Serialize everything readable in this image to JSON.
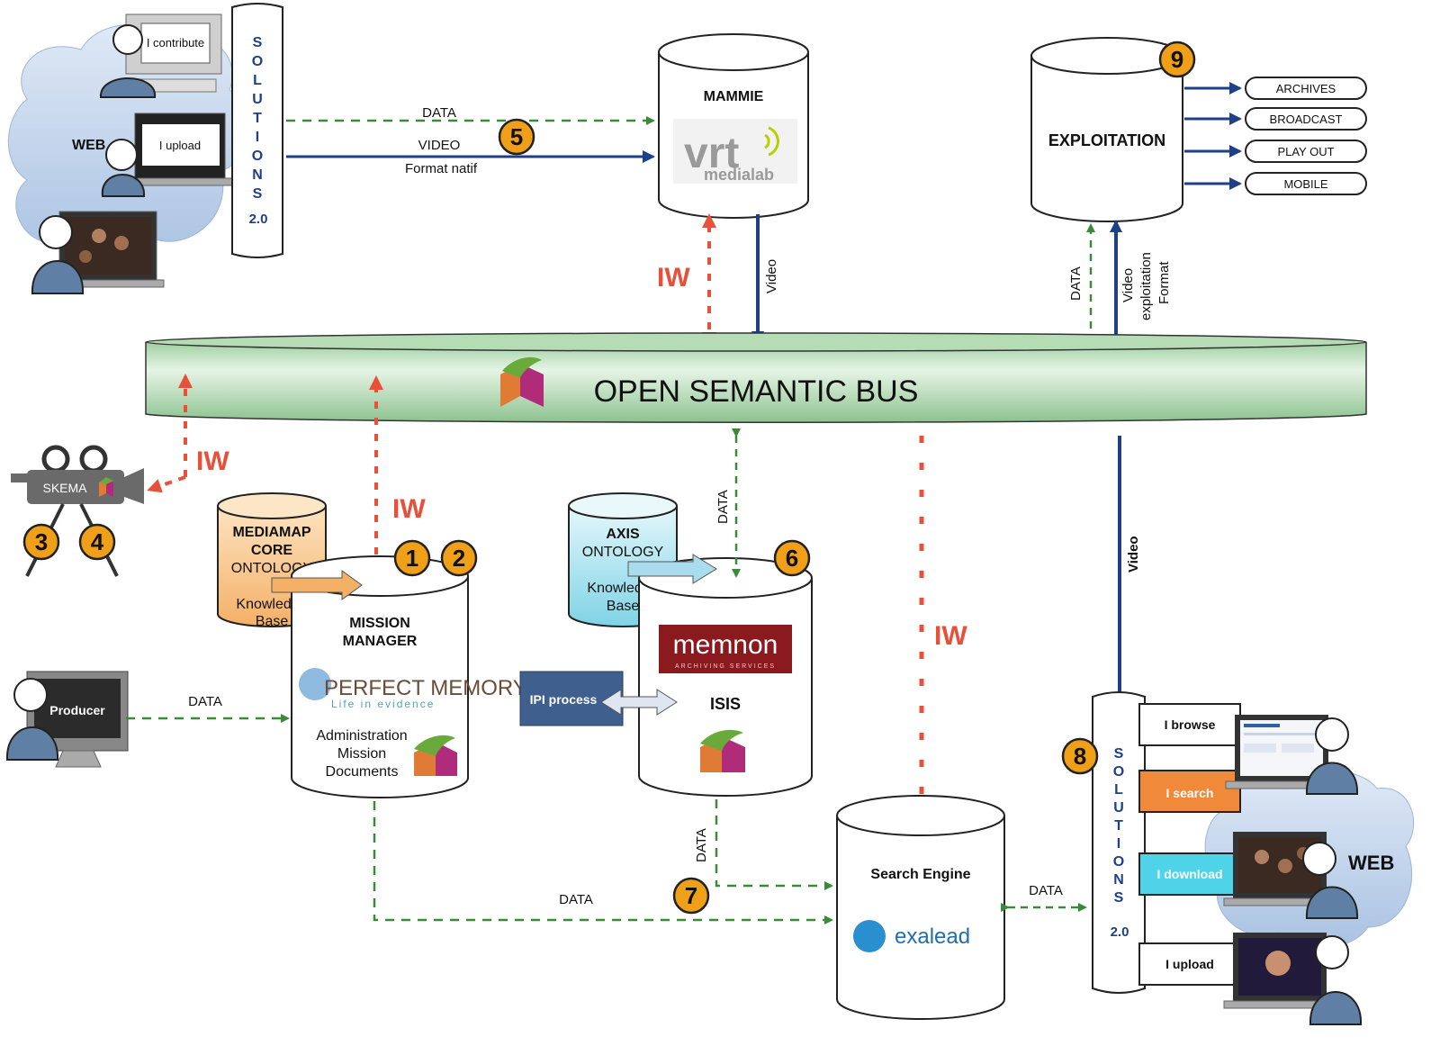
{
  "bus": {
    "title": "OPEN SEMANTIC BUS"
  },
  "top_solutions": {
    "vertical_text": "SOLUTIONS",
    "version": "2.0",
    "web_label": "WEB",
    "actions": [
      "I contribute",
      "I upload"
    ]
  },
  "mammie": {
    "title": "MAMMIE",
    "logo_main": "vrt",
    "logo_sub": "medialab"
  },
  "exploitation": {
    "title": "EXPLOITATION",
    "outputs": [
      "ARCHIVES",
      "BROADCAST",
      "PLAY OUT",
      "MOBILE"
    ]
  },
  "flows": {
    "data": "DATA",
    "video_upper": "VIDEO",
    "video": "Video",
    "format_natif": "Format  natif",
    "iw": "IW",
    "video_exploitation": [
      "Video",
      "exploitation",
      "Format"
    ]
  },
  "skema": {
    "label": "SKEMA"
  },
  "mediamap": {
    "lines": [
      "MEDIAMAP",
      "CORE",
      "ONTOLOGY"
    ],
    "kb": [
      "Knowledge",
      "Base"
    ]
  },
  "mission_manager": {
    "title_lines": [
      "MISSION",
      "MANAGER"
    ],
    "logo_main": "PERFECT MEMORY",
    "logo_sub": "Life in evidence",
    "content_lines": [
      "Administration",
      "Mission",
      "Documents"
    ]
  },
  "axis": {
    "lines": [
      "AXIS",
      "ONTOLOGY"
    ],
    "kb": [
      "Knowledge",
      "Base"
    ]
  },
  "isis": {
    "title": "ISIS",
    "logo_main": "memnon",
    "logo_sub": "ARCHIVING SERVICES",
    "ipi": "IPI process"
  },
  "producer": {
    "label": "Producer"
  },
  "search_engine": {
    "title": "Search Engine",
    "logo": "exalead"
  },
  "bottom_solutions": {
    "vertical_text": "SOLUTIONS",
    "version": "2.0",
    "web_label": "WEB",
    "actions": [
      "I browse",
      "I search",
      "I download",
      "I upload"
    ]
  },
  "badges": [
    "1",
    "2",
    "3",
    "4",
    "5",
    "6",
    "7",
    "8",
    "9"
  ],
  "colors": {
    "green_dash": "#3a8a3a",
    "navy": "#1f3f86",
    "iw_red": "#e8503a",
    "badge": "#f0a018",
    "bus": "#c4e3c4"
  }
}
